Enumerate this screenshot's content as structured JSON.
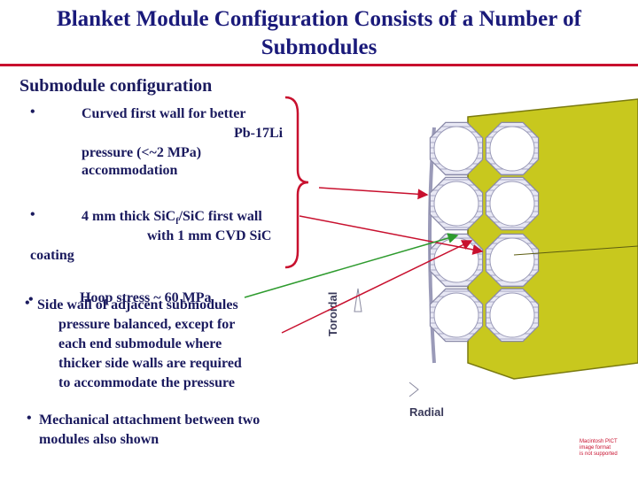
{
  "slide": {
    "title_line1": "Blanket Module Configuration Consists of a Number of",
    "title_line2": "Submodules",
    "subheading": "Submodule configuration",
    "bullet_symbol": "•",
    "b1": {
      "line1": "Curved first wall for better",
      "line2": "Pb-17Li",
      "line3": "pressure (<~2 MPa)",
      "line4": "accommodation"
    },
    "b2": {
      "line1_pre": "4 mm thick SiC",
      "line1_sub": "f",
      "line1_post": "/SiC first wall",
      "line2": "with 1 mm CVD SiC",
      "line3": "coating"
    },
    "b3": {
      "overlap_a": "Hoop stress ~ 60 MPa",
      "overlap_b": "Side wall of adjacent submodules",
      "line2": "pressure balanced, except for",
      "line3": "each end submodule  where",
      "line4": "thicker side  walls are required",
      "line5": "to accommodate the pressure"
    },
    "b4": {
      "line1": "Mechanical attachment between two",
      "line2": "modules also shown"
    }
  },
  "figure": {
    "toroidal_label": "Toroidal",
    "radial_label": "Radial",
    "module_color": "#c8c81e",
    "arrow_red": "#c8102e",
    "arrow_green": "#2e9b2e",
    "brace_color": "#c8102e"
  },
  "logo": {
    "line1": "Macintosh PICT",
    "line2": "image format",
    "line3": "is not supported"
  }
}
